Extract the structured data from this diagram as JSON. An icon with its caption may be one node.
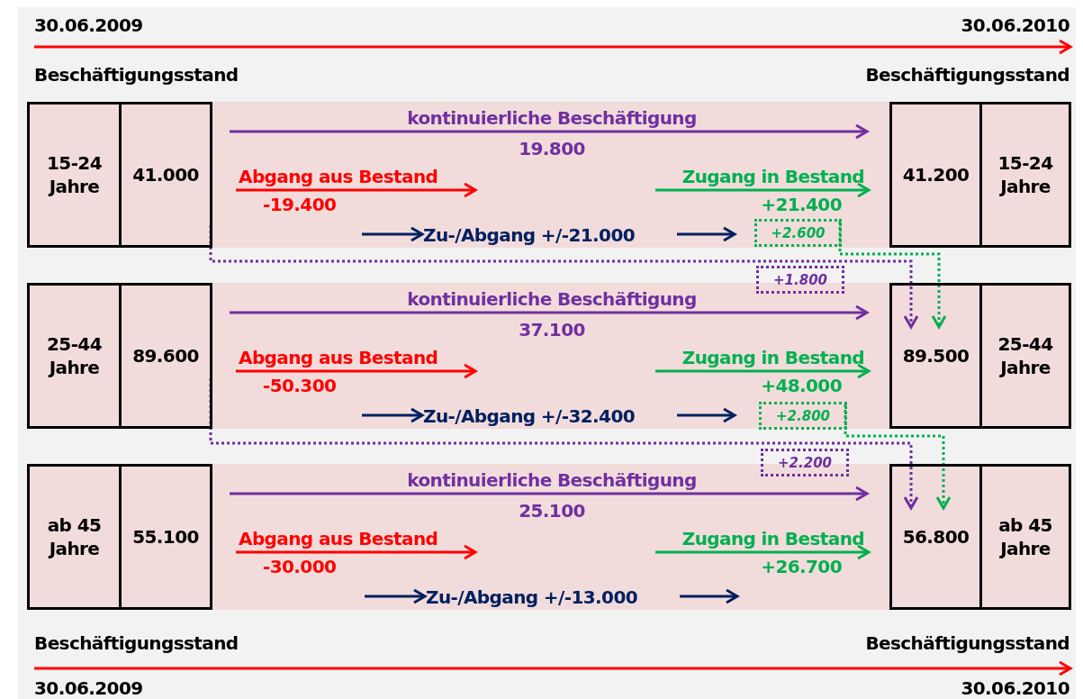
{
  "diagram": {
    "nodes": [
      {
        "text": [
          "15-24 Jahre"
        ]
      },
      {
        "text": [
          "41.000"
        ]
      },
      {
        "text": [
          "41.200"
        ]
      },
      {
        "text": [
          "15-24 Jahre"
        ]
      },
      {
        "text": [
          "25-44 Jahre"
        ]
      },
      {
        "text": [
          "89.600"
        ]
      },
      {
        "text": [
          "89.500"
        ]
      },
      {
        "text": [
          "25-44 Jahre"
        ]
      },
      {
        "text": [
          "ab 45 Jahre"
        ]
      },
      {
        "text": [
          "55.100"
        ]
      },
      {
        "text": [
          "56.800"
        ]
      },
      {
        "text": [
          "ab 45 Jahre"
        ]
      },
      {
        "text": [
          "+2.600"
        ]
      },
      {
        "text": [
          "+2.800"
        ]
      }
    ],
    "edges": [
      {
        "from": 1,
        "to": 6,
        "arrow": "to",
        "style": "dashed",
        "color": "#7030a0",
        "label": "+1.800"
      },
      {
        "from": 12,
        "to": 6,
        "arrow": "to",
        "style": "dashed",
        "color": "#00b050"
      },
      {
        "from": 5,
        "to": 10,
        "arrow": "to",
        "style": "dashed",
        "color": "#7030a0",
        "label": "+2.200"
      },
      {
        "from": 13,
        "to": 10,
        "arrow": "to",
        "style": "dashed",
        "color": "#00b050"
      }
    ],
    "labels": [
      "30.06.2009",
      "30.06.2010",
      "Beschäftigungsstand",
      "Beschäftigungsstand",
      "kontinuierliche Beschäftigung",
      "19.800",
      "Abgang aus Bestand",
      "Zugang in Bestand",
      "-19.400",
      "+21.400",
      "Zu-/Abgang +/-21.000",
      "kontinuierliche Beschäftigung",
      "37.100",
      "Abgang aus Bestand",
      "Zugang in Bestand",
      "-50.300",
      "+48.000",
      "Zu-/Abgang +/-32.400",
      "kontinuierliche Beschäftigung",
      "25.100",
      "Abgang aus Bestand",
      "Zugang in Bestand",
      "-30.000",
      "+26.700",
      "Zu-/Abgang +/-13.000",
      "Beschäftigungsstand",
      "Beschäftigungsstand",
      "30.06.2009",
      "30.06.2010"
    ]
  }
}
